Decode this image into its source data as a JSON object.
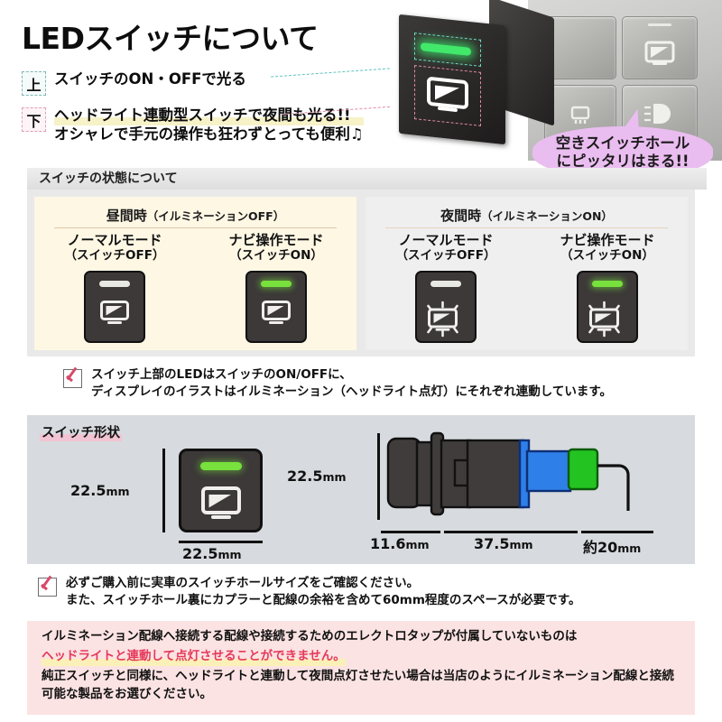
{
  "header": {
    "title": "LEDスイッチについて",
    "bullets": [
      {
        "marker": "上",
        "text": "スイッチのON・OFFで光る",
        "highlight": false
      },
      {
        "marker": "下",
        "text": "ヘッドライト連動型スイッチで夜間も光る!!",
        "text2": "オシャレで手元の操作も狂わずとっても便利♫",
        "highlight": true
      }
    ],
    "callout": {
      "line1": "空きスイッチホール",
      "line2": "にピッタリはまる!!"
    }
  },
  "state_section": {
    "head": "スイッチの状態について",
    "panels": [
      {
        "title_main": "昼間時",
        "title_sub": "（イルミネーションOFF）",
        "modes": [
          {
            "name": "ノーマルモード",
            "sub": "（スイッチOFF）",
            "led": "off",
            "rays": false
          },
          {
            "name": "ナビ操作モード",
            "sub": "（スイッチON）",
            "led": "on",
            "rays": false
          }
        ]
      },
      {
        "title_main": "夜間時",
        "title_sub": "（イルミネーションON）",
        "modes": [
          {
            "name": "ノーマルモード",
            "sub": "（スイッチOFF）",
            "led": "off",
            "rays": true
          },
          {
            "name": "ナビ操作モード",
            "sub": "（スイッチON）",
            "led": "on",
            "rays": true
          }
        ]
      }
    ],
    "note_line1": "スイッチ上部のLEDはスイッチのON/OFFに、",
    "note_line2": "ディスプレイのイラストはイルミネーション（ヘッドライト点灯）にそれぞれ連動しています。"
  },
  "shape_section": {
    "label": "スイッチ形状",
    "front_height": "22.5",
    "front_width": "22.5",
    "side_height": "22.5",
    "side_depth_1": "11.6",
    "side_depth_2": "37.5",
    "side_depth_3": "約20",
    "unit": "mm",
    "note_line1": "必ずご購入前に実車のスイッチホールサイズをご確認ください。",
    "note_line2": "また、スイッチホール裏にカプラーと配線の余裕を含めて60mm程度のスペースが必要です。"
  },
  "warning": {
    "p1_a": "イルミネーション配線へ接続する配線や接続するためのエレクトロタップが付属していないものは",
    "p1_b": "ヘッドライトと連動して点灯させることができません。",
    "p2": "純正スイッチと同様に、ヘッドライトと連動して夜間点灯させたい場合は当店のようにイルミネーション配線と接続可能な製品をお選びください。"
  },
  "colors": {
    "led_on": "#78e13d",
    "led_off": "#e8e8e4",
    "switch_body": "#3c3938",
    "day_panel": "#fdf7e4",
    "night_panel": "#efefef",
    "shape_panel": "#d7dade",
    "warn_panel": "#fce3e3",
    "warn_text": "#e5395a",
    "bubble": "#eabdf0"
  }
}
